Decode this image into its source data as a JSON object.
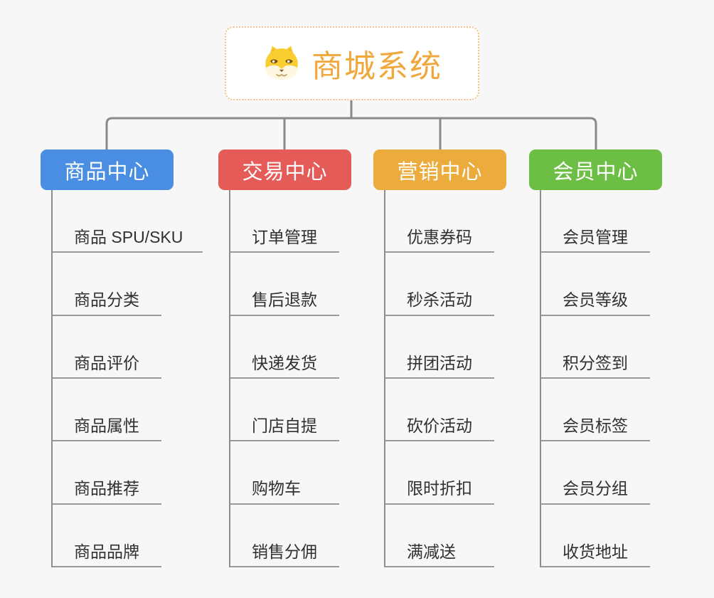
{
  "root": {
    "title": "商城系统",
    "icon": "shiba-dog-icon",
    "text_color": "#f0a73c",
    "border_color": "#f2c387"
  },
  "colors": {
    "background": "#f7f7f7",
    "connector": "#8a8a8a",
    "leaf_underline": "#9a9a9a",
    "leaf_text": "#303030"
  },
  "branches": [
    {
      "label": "商品中心",
      "color": "#4a8ee4",
      "children": [
        "商品 SPU/SKU",
        "商品分类",
        "商品评价",
        "商品属性",
        "商品推荐",
        "商品品牌"
      ]
    },
    {
      "label": "交易中心",
      "color": "#e45b58",
      "children": [
        "订单管理",
        "售后退款",
        "快递发货",
        "门店自提",
        "购物车",
        "销售分佣"
      ]
    },
    {
      "label": "营销中心",
      "color": "#ecac3d",
      "children": [
        "优惠券码",
        "秒杀活动",
        "拼团活动",
        "砍价活动",
        "限时折扣",
        "满减送"
      ]
    },
    {
      "label": "会员中心",
      "color": "#6dbe45",
      "children": [
        "会员管理",
        "会员等级",
        "积分签到",
        "会员标签",
        "会员分组",
        "收货地址"
      ]
    }
  ]
}
